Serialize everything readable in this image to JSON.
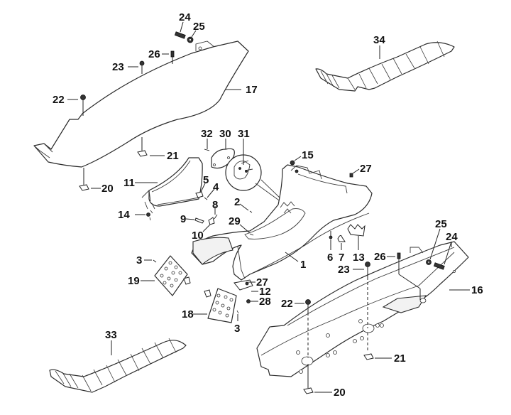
{
  "diagram": {
    "type": "exploded-parts-diagram",
    "subject": "scooter floor panels and body covers",
    "labels": [
      {
        "id": "lbl-24-top",
        "text": "24"
      },
      {
        "id": "lbl-25-top",
        "text": "25"
      },
      {
        "id": "lbl-26-top",
        "text": "26"
      },
      {
        "id": "lbl-23-top",
        "text": "23"
      },
      {
        "id": "lbl-22-top",
        "text": "22"
      },
      {
        "id": "lbl-17",
        "text": "17"
      },
      {
        "id": "lbl-21-top",
        "text": "21"
      },
      {
        "id": "lbl-20-top",
        "text": "20"
      },
      {
        "id": "lbl-34",
        "text": "34"
      },
      {
        "id": "lbl-32",
        "text": "32"
      },
      {
        "id": "lbl-30",
        "text": "30"
      },
      {
        "id": "lbl-31",
        "text": "31"
      },
      {
        "id": "lbl-15",
        "text": "15"
      },
      {
        "id": "lbl-27-top",
        "text": "27"
      },
      {
        "id": "lbl-11",
        "text": "11"
      },
      {
        "id": "lbl-5",
        "text": "5"
      },
      {
        "id": "lbl-4",
        "text": "4"
      },
      {
        "id": "lbl-2",
        "text": "2"
      },
      {
        "id": "lbl-14",
        "text": "14"
      },
      {
        "id": "lbl-9",
        "text": "9"
      },
      {
        "id": "lbl-8",
        "text": "8"
      },
      {
        "id": "lbl-10",
        "text": "10"
      },
      {
        "id": "lbl-29",
        "text": "29"
      },
      {
        "id": "lbl-6",
        "text": "6"
      },
      {
        "id": "lbl-7",
        "text": "7"
      },
      {
        "id": "lbl-13",
        "text": "13"
      },
      {
        "id": "lbl-1",
        "text": "1"
      },
      {
        "id": "lbl-25-right",
        "text": "25"
      },
      {
        "id": "lbl-24-right",
        "text": "24"
      },
      {
        "id": "lbl-26-right",
        "text": "26"
      },
      {
        "id": "lbl-23-right",
        "text": "23"
      },
      {
        "id": "lbl-16",
        "text": "16"
      },
      {
        "id": "lbl-3-left",
        "text": "3"
      },
      {
        "id": "lbl-19",
        "text": "19"
      },
      {
        "id": "lbl-27-mid",
        "text": "27"
      },
      {
        "id": "lbl-12",
        "text": "12"
      },
      {
        "id": "lbl-28",
        "text": "28"
      },
      {
        "id": "lbl-22-bottom",
        "text": "22"
      },
      {
        "id": "lbl-18",
        "text": "18"
      },
      {
        "id": "lbl-3-bottom",
        "text": "3"
      },
      {
        "id": "lbl-33",
        "text": "33"
      },
      {
        "id": "lbl-21-bottom",
        "text": "21"
      },
      {
        "id": "lbl-20-bottom",
        "text": "20"
      }
    ]
  }
}
